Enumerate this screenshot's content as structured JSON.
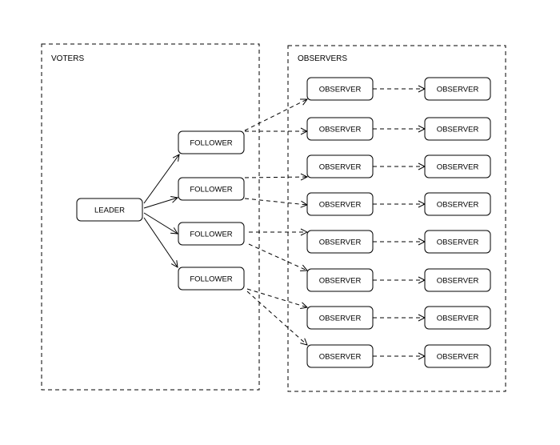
{
  "groups": {
    "voters": {
      "label": "VOTERS"
    },
    "observers": {
      "label": "OBSERVERS"
    }
  },
  "nodes": {
    "leader": "LEADER",
    "followers": [
      "FOLLOWER",
      "FOLLOWER",
      "FOLLOWER",
      "FOLLOWER"
    ],
    "observers_column_1": [
      "OBSERVER",
      "OBSERVER",
      "OBSERVER",
      "OBSERVER",
      "OBSERVER",
      "OBSERVER",
      "OBSERVER",
      "OBSERVER"
    ],
    "observers_column_2": [
      "OBSERVER",
      "OBSERVER",
      "OBSERVER",
      "OBSERVER",
      "OBSERVER",
      "OBSERVER",
      "OBSERVER",
      "OBSERVER"
    ]
  },
  "edges": {
    "leader_to_followers": [
      [
        0,
        0
      ],
      [
        0,
        1
      ],
      [
        0,
        2
      ],
      [
        0,
        3
      ]
    ],
    "followers_to_observers": [
      [
        0,
        0
      ],
      [
        0,
        1
      ],
      [
        1,
        2
      ],
      [
        1,
        3
      ],
      [
        2,
        4
      ],
      [
        2,
        5
      ],
      [
        3,
        6
      ],
      [
        3,
        7
      ]
    ],
    "observers_chain": [
      [
        0,
        0
      ],
      [
        1,
        1
      ],
      [
        2,
        2
      ],
      [
        3,
        3
      ],
      [
        4,
        4
      ],
      [
        5,
        5
      ],
      [
        6,
        6
      ],
      [
        7,
        7
      ]
    ]
  }
}
